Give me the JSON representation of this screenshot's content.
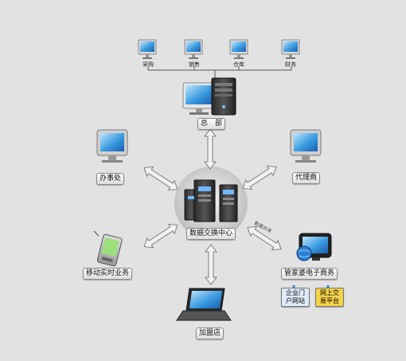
{
  "departments": [
    "采购",
    "销售",
    "仓库",
    "财务"
  ],
  "nodes": {
    "hq": "总　部",
    "office": "办事处",
    "agent": "代理商",
    "mobile": "移动实时业务",
    "ecommerce": "管家婆电子商务",
    "franchise": "加盟店"
  },
  "center": {
    "label": "数据交换中心"
  },
  "sharing_text": "数据共享",
  "ecommerce_subs": {
    "portal": [
      "企业门",
      "户网站"
    ],
    "trade": [
      "网上交",
      "易平台"
    ]
  },
  "colors": {
    "background": "#e2e2e2",
    "arrow_fill": "#f2f2f2",
    "arrow_stroke": "#7d7d7d",
    "screen": "#3a9be0",
    "portal_bg": "#dfeaf8",
    "trade_bg": "#f4d24a"
  }
}
